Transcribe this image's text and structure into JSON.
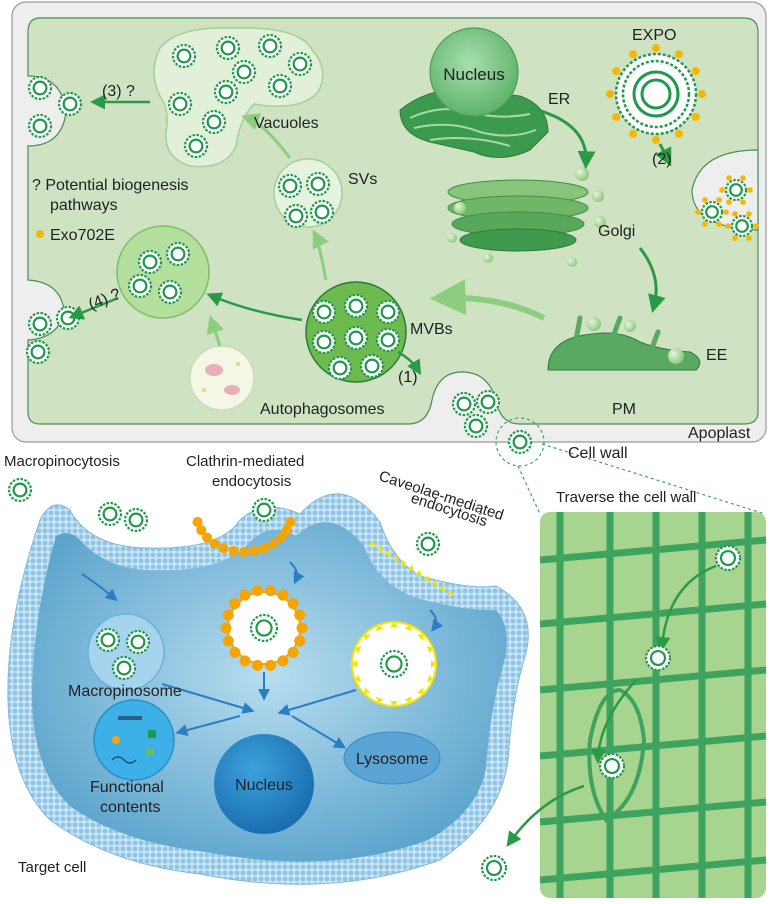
{
  "labels": {
    "nucleus_top": "Nucleus",
    "er": "ER",
    "expo": "EXPO",
    "vacuoles": "Vacuoles",
    "svs": "SVs",
    "golgi": "Golgi",
    "mvbs": "MVBs",
    "ee": "EE",
    "pm": "PM",
    "apoplast": "Apoplast",
    "autophagosomes": "Autophagosomes",
    "cell_wall": "Cell wall",
    "traverse": "Traverse the cell wall",
    "macropinocytosis": "Macropinocytosis",
    "clathrin_line1": "Clathrin-mediated",
    "clathrin_line2": "endocytosis",
    "caveolae_line1": "Caveolae-mediated",
    "caveolae_line2": "endocytosis",
    "macropinosome": "Macropinosome",
    "functional_line1": "Functional",
    "functional_line2": "contents",
    "nucleus_bottom": "Nucleus",
    "lysosome": "Lysosome",
    "target_cell": "Target cell"
  },
  "pathways": {
    "p1": "(1)",
    "p2": "(2)",
    "p3": "(3) ?",
    "p4": "(4) ?"
  },
  "legend": {
    "question_line1": "? Potential biogenesis",
    "question_line2": "pathways",
    "exo": "Exo702E",
    "exo_color": "#f5b800"
  },
  "colors": {
    "plant_cell_fill": "#cfe3c3",
    "cell_wall_fill": "#eeeeee",
    "vesicle_green": "#1f9a4a",
    "mvb_fill": "#6dbb4f",
    "animal_cell_fill": "#7fbcd9",
    "membrane_blue": "#8ec4e6",
    "clathrin_orange": "#f5a400",
    "caveolae_yellow": "#f5e400",
    "nucleus_blue": "#2a86c7",
    "mesh_bg": "#a7d48f",
    "mesh_line": "#3fa360"
  }
}
